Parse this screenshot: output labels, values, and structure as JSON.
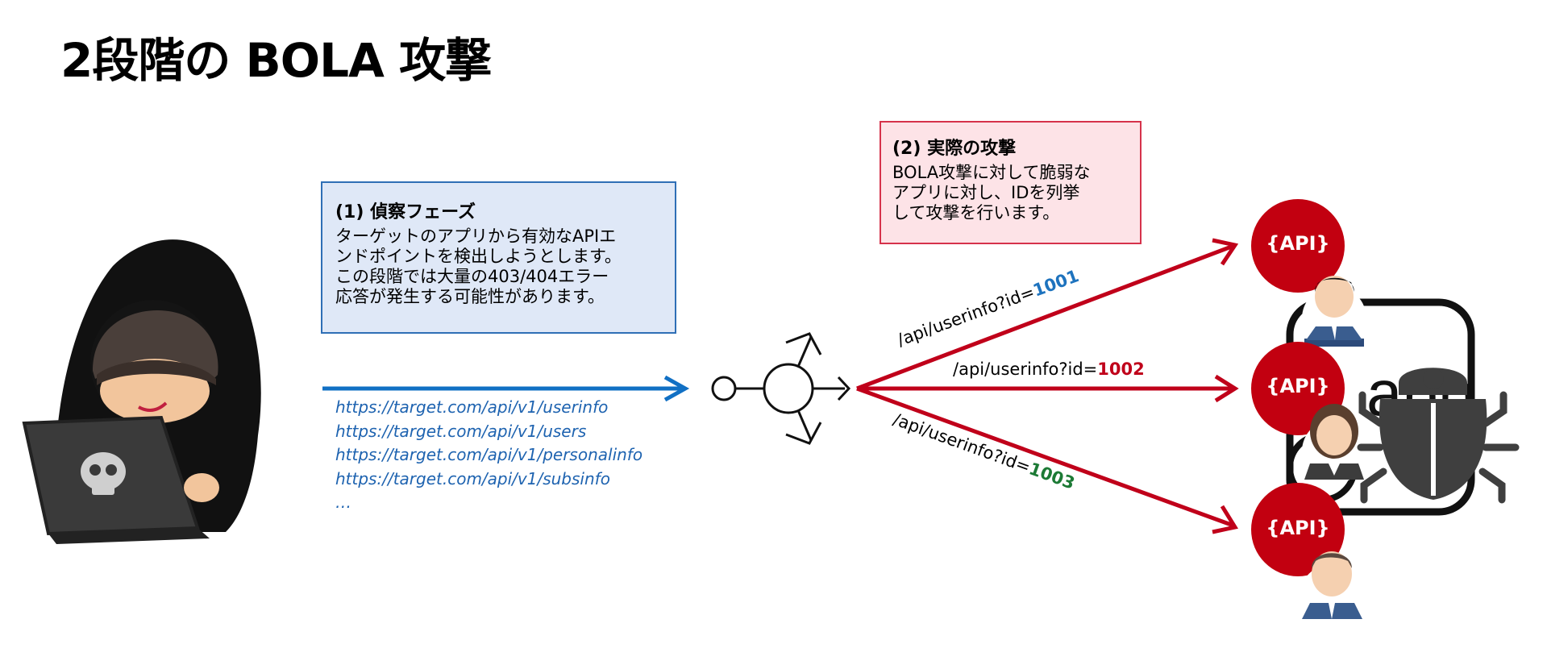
{
  "title": "2段階の BOLA 攻撃",
  "recon": {
    "heading": "(1) 偵察フェーズ",
    "lines": [
      "ターゲットのアプリから有効なAPIエ",
      "ンドポイントを検出しようとします。",
      "この段階では大量の403/404エラー",
      "応答が発生する可能性があります。"
    ]
  },
  "attack": {
    "heading": "(2) 実際の攻撃",
    "lines": [
      "BOLA攻撃に対して脆弱な",
      "アプリに対し、IDを列挙",
      "して攻撃を行います。"
    ]
  },
  "endpoints": [
    "https://target.com/api/v1/userinfo",
    "https://target.com/api/v1/users",
    "https://target.com/api/v1/personalinfo",
    "https://target.com/api/v1/subsinfo",
    "…"
  ],
  "requests": [
    {
      "path": "/api/userinfo?id=",
      "id": "1001",
      "id_color": "#1e73be"
    },
    {
      "path": "/api/userinfo?id=",
      "id": "1002",
      "id_color": "#c0001a"
    },
    {
      "path": "/api/userinfo?id=",
      "id": "1003",
      "id_color": "#1c7a35"
    }
  ],
  "api_badge": "{API}",
  "app_text": "app",
  "colors": {
    "blue_arrow": "#1170c4",
    "red_arrow": "#c0001a",
    "api_circle": "#c20010",
    "bug": "#3f3f3f"
  },
  "icons": [
    "hacker-icon",
    "skull-icon",
    "graphql-node-icon",
    "user-icon",
    "app-icon",
    "bug-icon"
  ]
}
